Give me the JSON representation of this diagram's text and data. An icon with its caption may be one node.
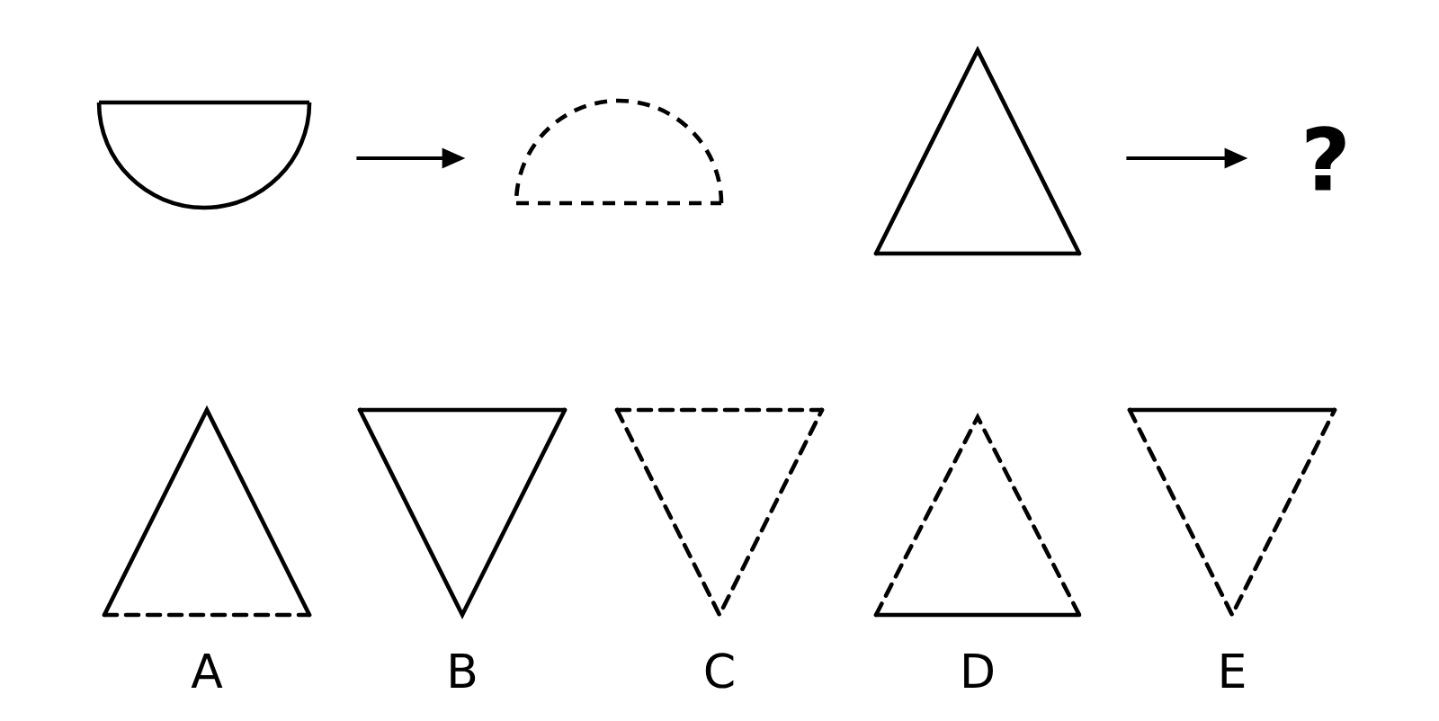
{
  "diagram": {
    "nodes": [
      {
        "text": [],
        "shape": "semicircle"
      },
      {
        "text": [],
        "shape": "semicircle"
      },
      {
        "text": [],
        "shape": "triangle"
      },
      {
        "text": [
          "?"
        ]
      },
      {
        "text": [],
        "shape": "triangle",
        "beside": [
          "A"
        ]
      },
      {
        "text": [],
        "shape": "triangle",
        "beside": [
          "B"
        ]
      },
      {
        "text": [],
        "shape": "triangle",
        "beside": [
          "C"
        ]
      },
      {
        "text": [],
        "shape": "triangle",
        "beside": [
          "D"
        ]
      },
      {
        "text": [],
        "shape": "triangle",
        "beside": [
          "E"
        ]
      }
    ],
    "edges": [
      {
        "from": 0,
        "to": 1,
        "arrow": "to"
      },
      {
        "from": 2,
        "to": 3,
        "arrow": "to"
      }
    ]
  }
}
